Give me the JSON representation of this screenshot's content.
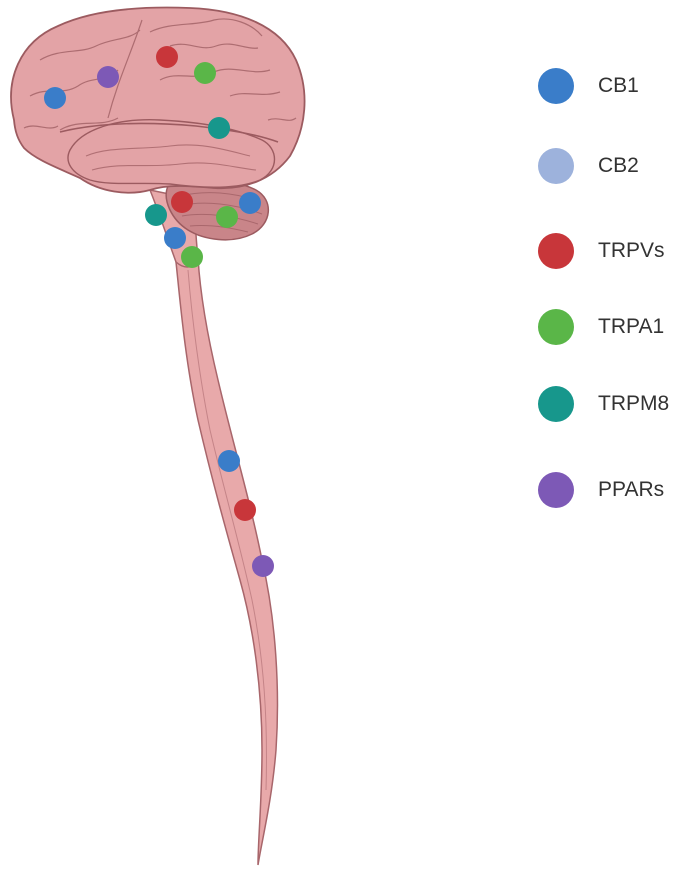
{
  "colors": {
    "brain_fill": "#E3A3A6",
    "brain_dark": "#C98589",
    "brain_outline": "#9C5B60",
    "cord_fill": "#E8A9AA",
    "cord_outline": "#A8666B"
  },
  "receptors": {
    "CB1": {
      "label": "CB1",
      "color": "#3A7DC9"
    },
    "CB2": {
      "label": "CB2",
      "color": "#9DB2DC"
    },
    "TRPVs": {
      "label": "TRPVs",
      "color": "#C8363A"
    },
    "TRPA1": {
      "label": "TRPA1",
      "color": "#5AB648"
    },
    "TRPM8": {
      "label": "TRPM8",
      "color": "#17978C"
    },
    "PPARs": {
      "label": "PPARs",
      "color": "#7D59B6"
    }
  },
  "legend": [
    "CB1",
    "CB2",
    "TRPVs",
    "TRPA1",
    "TRPM8",
    "PPARs"
  ],
  "markers": [
    {
      "receptor": "CB1",
      "region": "cortex"
    },
    {
      "receptor": "PPARs",
      "region": "cortex"
    },
    {
      "receptor": "TRPVs",
      "region": "cortex"
    },
    {
      "receptor": "TRPA1",
      "region": "cortex"
    },
    {
      "receptor": "TRPM8",
      "region": "cortex"
    },
    {
      "receptor": "TRPM8",
      "region": "brainstem"
    },
    {
      "receptor": "TRPVs",
      "region": "cerebellum"
    },
    {
      "receptor": "TRPA1",
      "region": "cerebellum"
    },
    {
      "receptor": "CB1",
      "region": "cerebellum"
    },
    {
      "receptor": "CB1",
      "region": "brainstem"
    },
    {
      "receptor": "TRPA1",
      "region": "brainstem"
    },
    {
      "receptor": "CB1",
      "region": "spinal cord"
    },
    {
      "receptor": "TRPVs",
      "region": "spinal cord"
    },
    {
      "receptor": "PPARs",
      "region": "spinal cord"
    }
  ]
}
